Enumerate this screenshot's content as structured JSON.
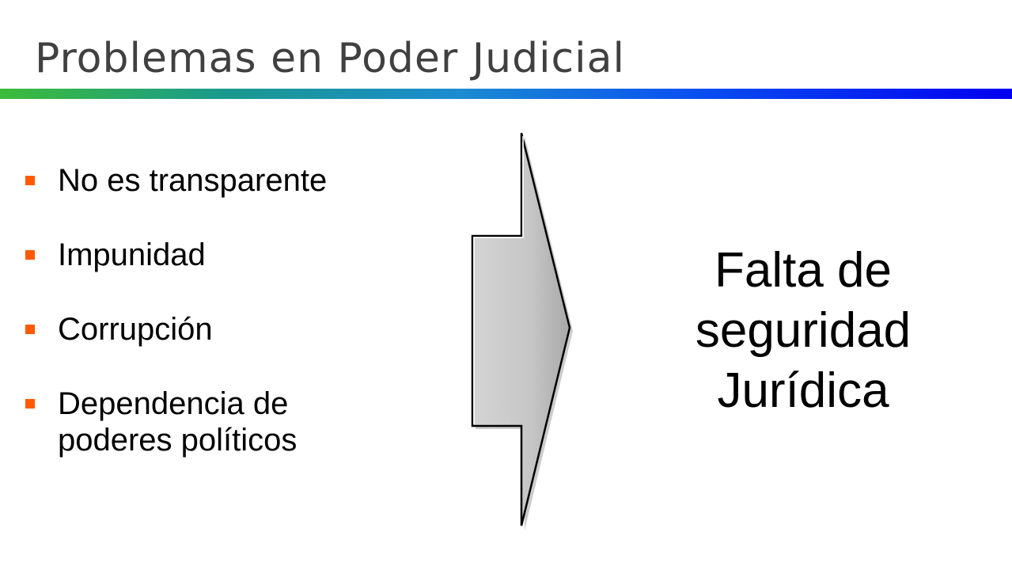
{
  "slide": {
    "title": "Problemas en Poder Judicial",
    "bullets": [
      {
        "line1": "No es transparente"
      },
      {
        "line1": "Impunidad"
      },
      {
        "line1": "Corrupción"
      },
      {
        "line1": "Dependencia de",
        "line2": "poderes políticos"
      }
    ],
    "result": {
      "line1": "Falta de",
      "line2": "seguridad",
      "line3": "Jurídica"
    }
  },
  "colors": {
    "title_text": "#404040",
    "bullet_marker": "#ff5a00",
    "rule_gradient": [
      "#3dbb3a",
      "#1c8cd0",
      "#0000f0"
    ],
    "arrow_fill": "#c8c8c8",
    "arrow_stroke": "#000000"
  },
  "icons": {
    "bullet": "orange-square",
    "arrow": "right-pointing-block-arrow"
  }
}
